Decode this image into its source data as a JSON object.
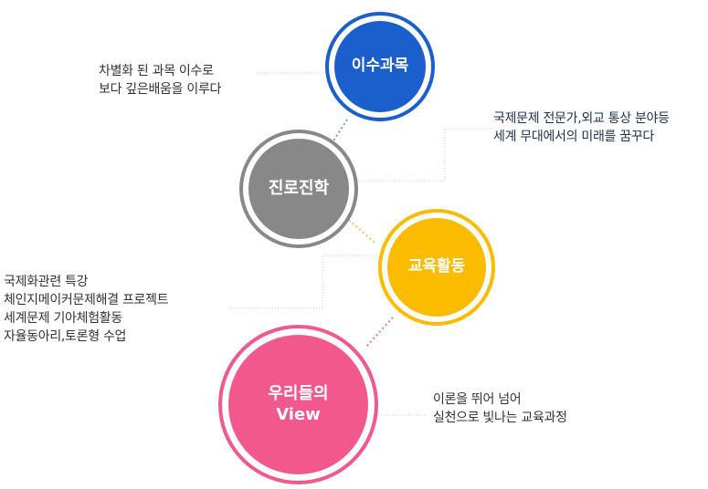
{
  "nodes": [
    {
      "label": "이수과목",
      "color": "#1a5fcc",
      "description": [
        "차별화 된 과목 이수로",
        "보다 깊은배움을 이루다"
      ]
    },
    {
      "label": "진로진학",
      "color": "#888888",
      "description": [
        "국제문제 전문가,외교 통상 분야등",
        "세계 무대에서의 미래를 꿈꾸다"
      ]
    },
    {
      "label": "교육활동",
      "color": "#fbbc00",
      "description": [
        "국제화관련 특강",
        "체인지메이커문제해결 프로젝트",
        "세계문제 기아체험활동",
        "자율동아리,토론형 수업"
      ]
    },
    {
      "label_lines": [
        "우리들의",
        "View"
      ],
      "color": "#f2588c",
      "description": [
        "이론을 뛰어 넘어",
        "실천으로 빛나는 교육과정"
      ]
    }
  ]
}
